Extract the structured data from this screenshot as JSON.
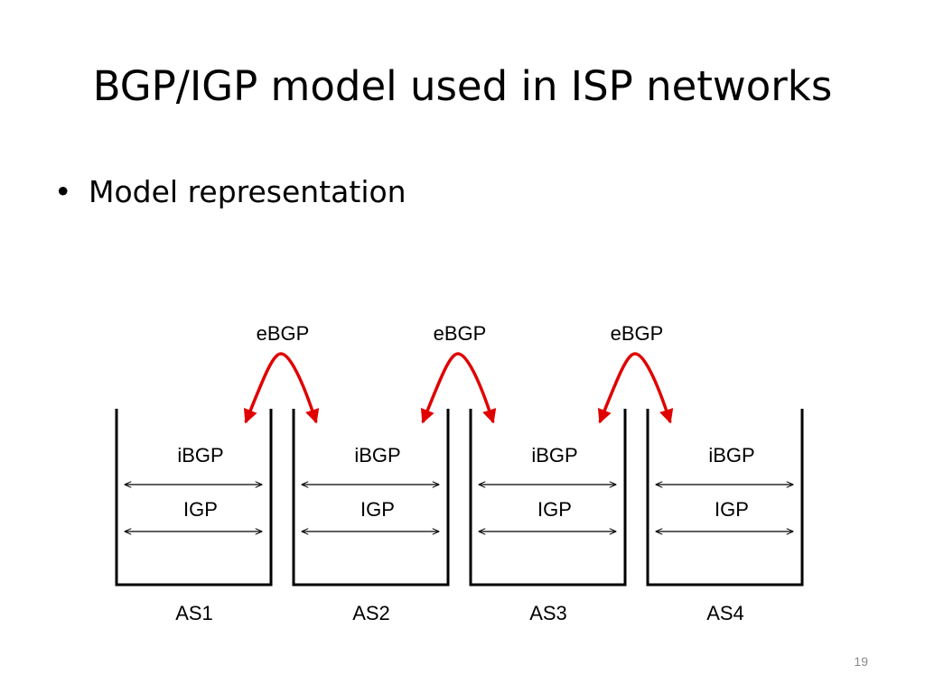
{
  "slide": {
    "title": "BGP/IGP model used in ISP networks",
    "bullet": "Model representation",
    "page_number": "19"
  },
  "diagram": {
    "ebgp_labels": [
      "eBGP",
      "eBGP",
      "eBGP"
    ],
    "autonomous_systems": [
      {
        "name": "AS1",
        "ibgp": "iBGP",
        "igp": "IGP"
      },
      {
        "name": "AS2",
        "ibgp": "iBGP",
        "igp": "IGP"
      },
      {
        "name": "AS3",
        "ibgp": "iBGP",
        "igp": "IGP"
      },
      {
        "name": "AS4",
        "ibgp": "iBGP",
        "igp": "IGP"
      }
    ],
    "colors": {
      "ebgp_arrow": "#e00000",
      "lines": "#000000",
      "page_number": "#8a8a8a"
    }
  }
}
